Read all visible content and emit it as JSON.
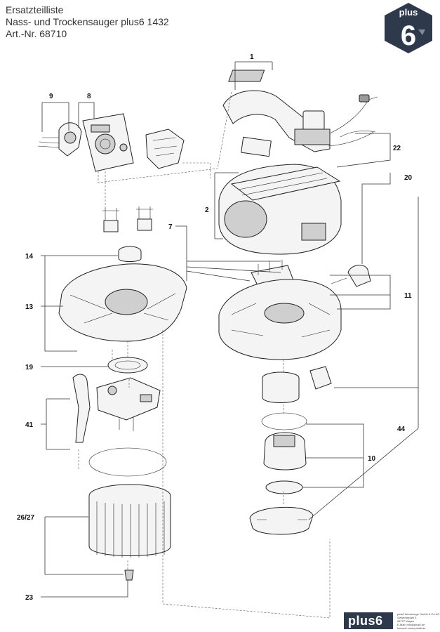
{
  "header": {
    "line1": "Ersatzteilliste",
    "line2": "Nass- und Trockensauger plus6 1432",
    "line3": "Art.-Nr. 68710"
  },
  "logo": {
    "text": "plus",
    "digit": "6",
    "brand_color": "#2e3a4c"
  },
  "part_labels": {
    "p1": "1",
    "p2": "2",
    "p7": "7",
    "p8": "8",
    "p9": "9",
    "p10": "10",
    "p11": "11",
    "p13": "13",
    "p14": "14",
    "p19": "19",
    "p20": "20",
    "p22": "22",
    "p23": "23",
    "p2627": "26/27",
    "p41": "41",
    "p44": "44"
  },
  "footer": {
    "logo_text": "plus6",
    "address": [
      "plus6 Werkzeuge GmbH & Co.KG",
      "Gewerbepark 3",
      "56727 Mayen",
      "E-Mail: info@plus6.de",
      "Internet: www.plus6.de"
    ]
  }
}
